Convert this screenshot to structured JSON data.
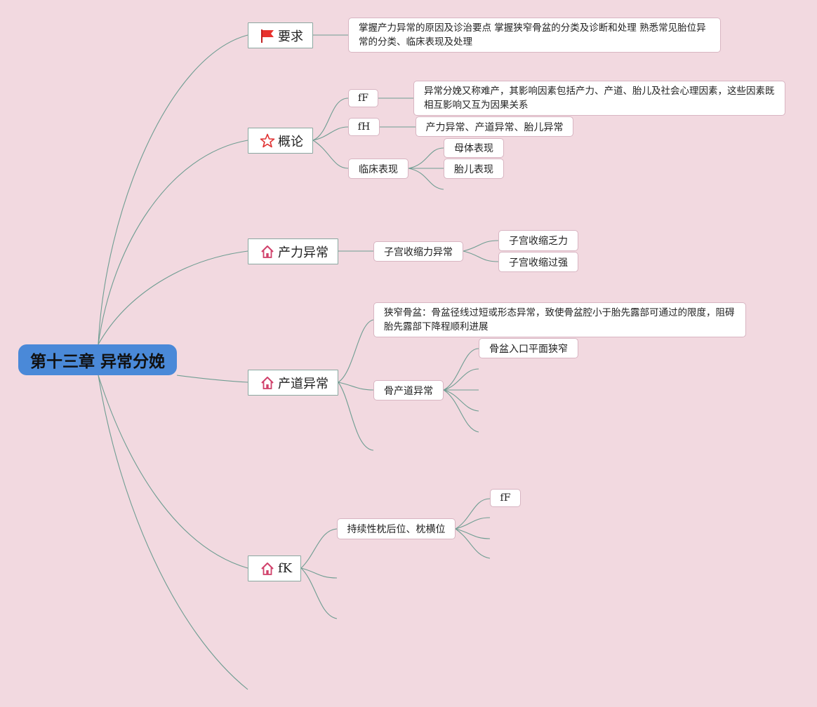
{
  "root": {
    "title": "第十三章 异常分娩"
  },
  "branches": {
    "yaoqiu": {
      "label": "要求",
      "icon": "red-flag-icon",
      "detail": "掌握产力异常的原因及诊治要点 掌握狭窄骨盆的分类及诊断和处理 熟悉常见胎位异常的分类、临床表现及处理"
    },
    "gailun": {
      "label": "概论",
      "icon": "star-icon",
      "children": {
        "ff": {
          "label": "fF",
          "detail": "异常分娩又称难产，其影响因素包括产力、产道、胎儿及社会心理因素，这些因素既相互影响又互为因果关系"
        },
        "fh": {
          "label": "fH",
          "detail": "产力异常、产道异常、胎儿异常"
        },
        "clinical": {
          "label": "临床表现",
          "children": [
            "母体表现",
            "胎儿表现"
          ]
        }
      }
    },
    "chanli": {
      "label": "产力异常",
      "icon": "house-icon",
      "child": "子宫收缩力异常",
      "grandchildren": [
        "子宫收缩乏力",
        "子宫收缩过强"
      ]
    },
    "chandao": {
      "label": "产道异常",
      "icon": "house-icon",
      "narrow": "狭窄骨盆：骨盆径线过短或形态异常，致使骨盆腔小于胎先露部可通过的限度，阻碍胎先露部下降程顺利进展",
      "bony": "骨产道异常",
      "bony_children": [
        "骨盆入口平面狭窄"
      ]
    },
    "fk": {
      "label": "fK",
      "icon": "house-icon",
      "child": "持续性枕后位、枕横位",
      "grandchildren": [
        "fF"
      ]
    }
  },
  "colors": {
    "background": "#f2d9e0",
    "root_fill": "#4a89d8",
    "connector": "#6f9d92",
    "node_border": "#d8b5c2",
    "flag": "#e8322e",
    "house": "#d0406a"
  }
}
